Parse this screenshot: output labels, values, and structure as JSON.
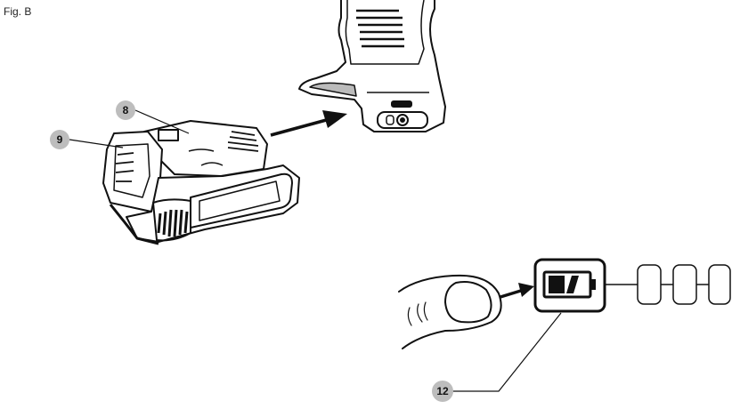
{
  "figure": {
    "label": "Fig. B"
  },
  "callouts": [
    {
      "id": "8",
      "text": "8"
    },
    {
      "id": "9",
      "text": "9"
    },
    {
      "id": "12",
      "text": "12"
    }
  ],
  "colors": {
    "ink": "#111111",
    "callout_fill": "#bdbdbd",
    "background": "#ffffff"
  },
  "icons": [
    "battery-pack-icon",
    "drill-handle-icon",
    "arrow-right-icon",
    "finger-icon",
    "battery-gauge-icon",
    "charge-level-icon"
  ]
}
